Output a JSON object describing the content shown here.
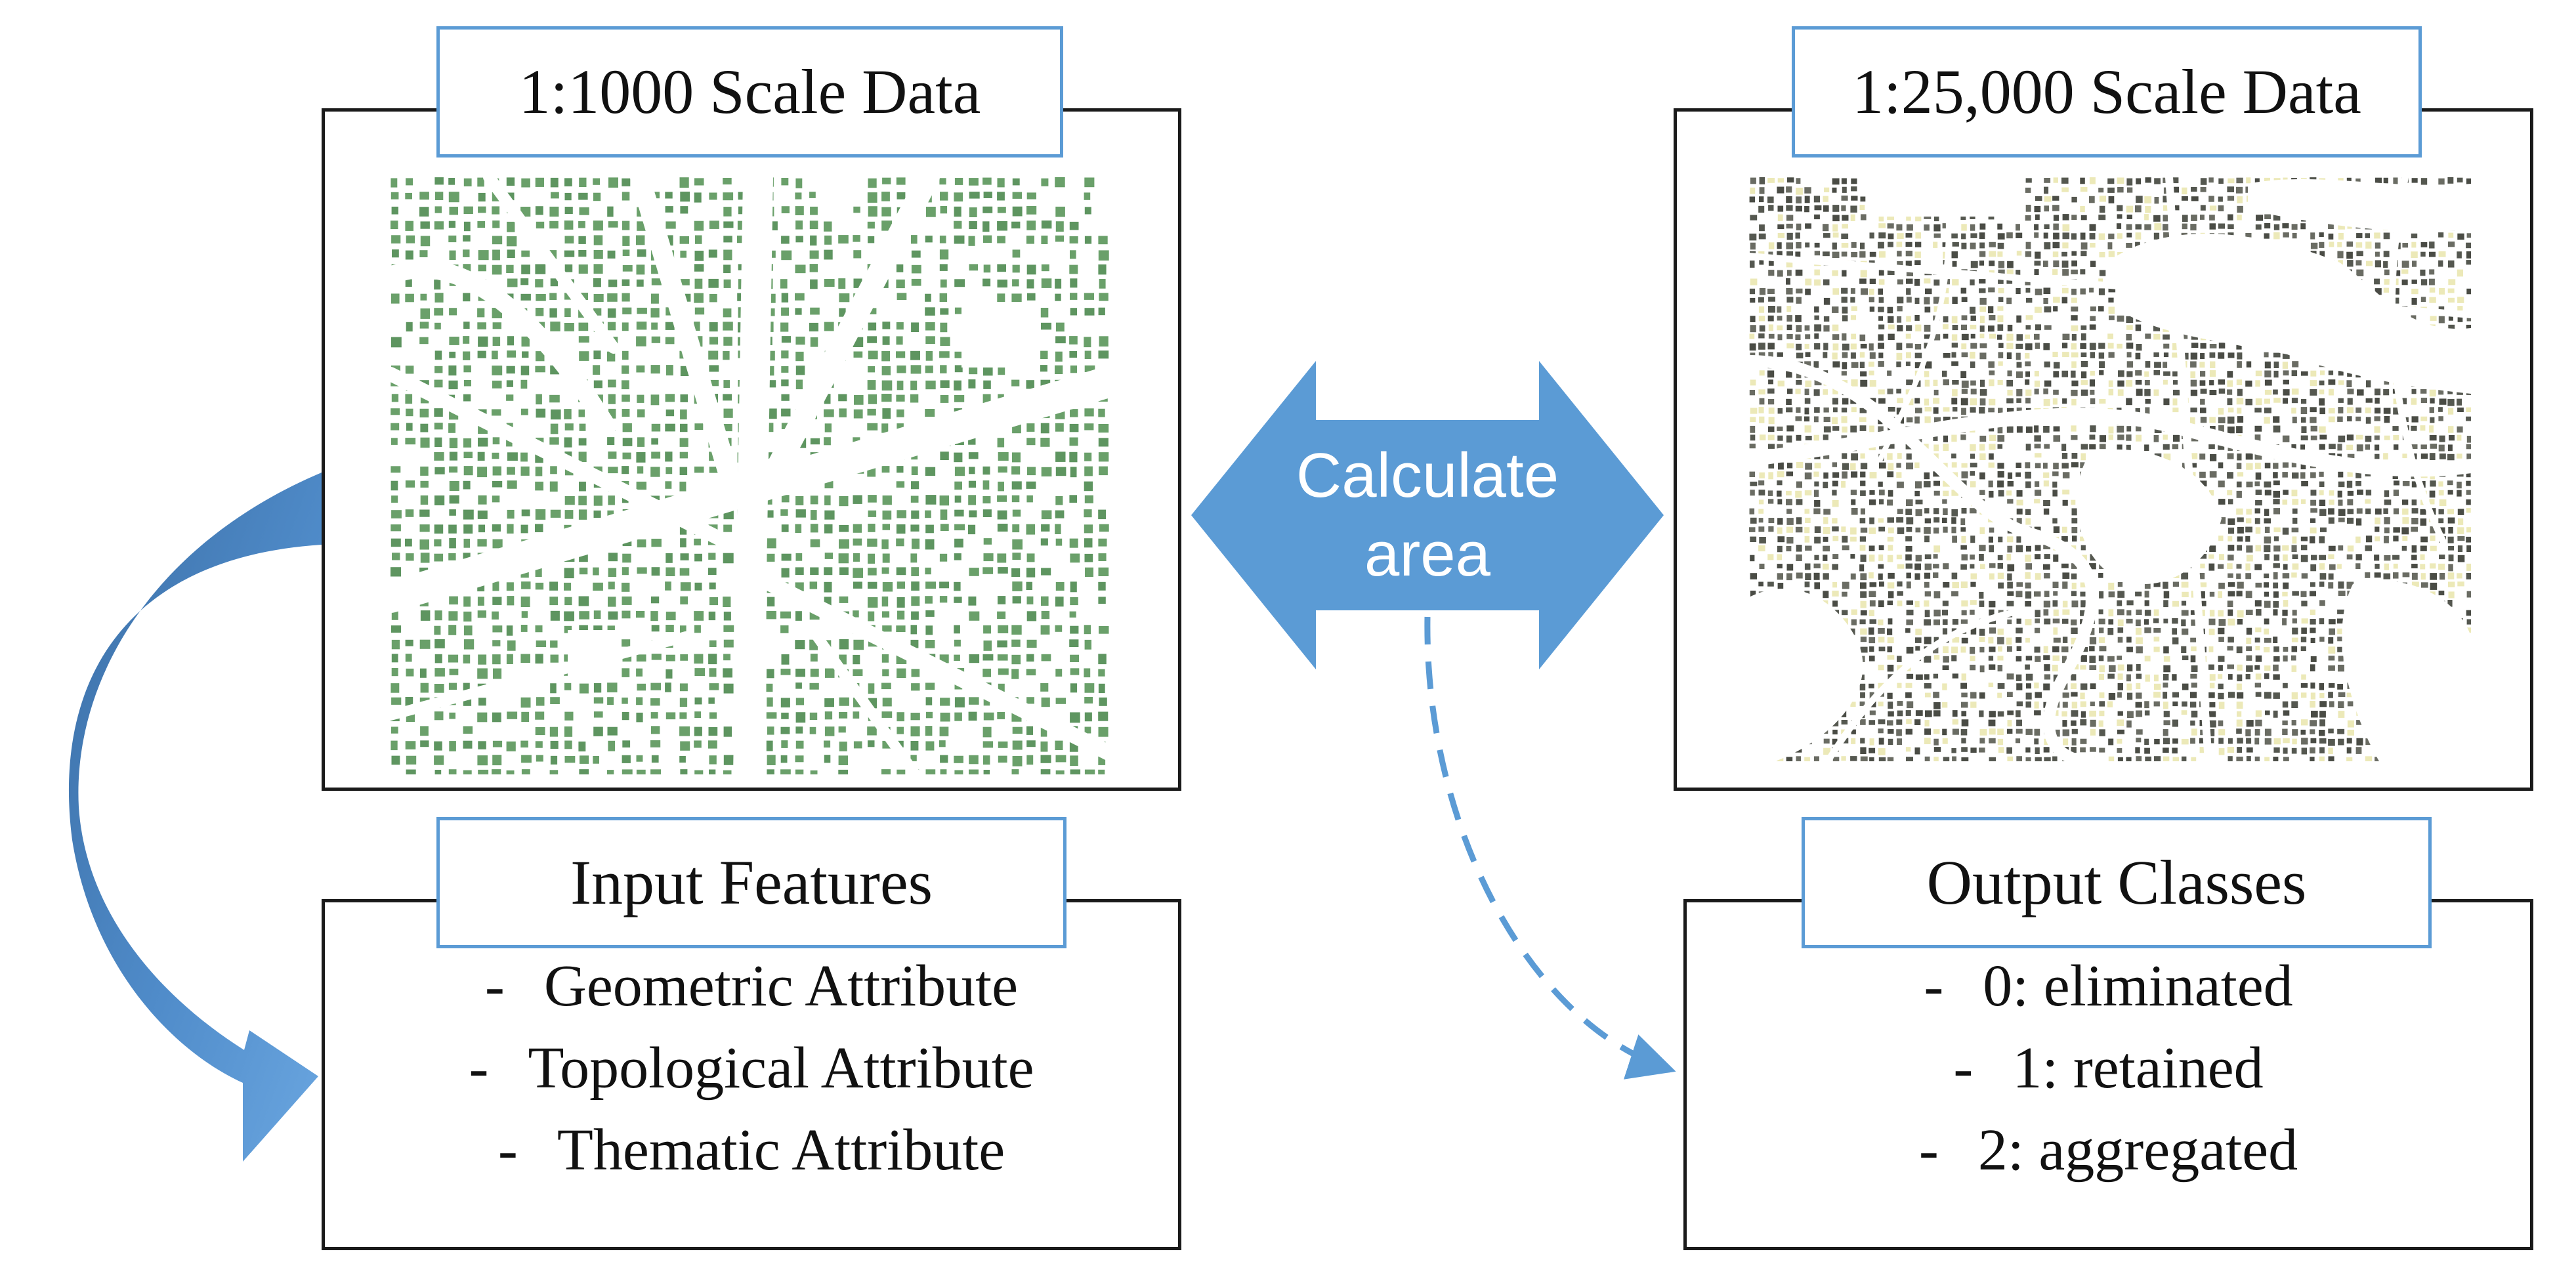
{
  "diagram": {
    "source_panel": {
      "title": "1:1000 Scale Data"
    },
    "target_panel": {
      "title": "1:25,000 Scale Data"
    },
    "center_arrow": {
      "label_line1": "Calculate",
      "label_line2": "area"
    },
    "input_features": {
      "title": "Input Features",
      "items": [
        "Geometric Attribute",
        "Topological Attribute",
        "Thematic Attribute"
      ]
    },
    "output_classes": {
      "title": "Output Classes",
      "items": [
        "0: eliminated",
        "1: retained",
        "2: aggregated"
      ]
    },
    "bullet": "-",
    "colors": {
      "arrow_blue": "#5b9bd5",
      "tab_border": "#5b9bd5",
      "building_green": "#6aa06a",
      "building_gray": "#555850",
      "building_yellow": "#ece9b8"
    }
  }
}
